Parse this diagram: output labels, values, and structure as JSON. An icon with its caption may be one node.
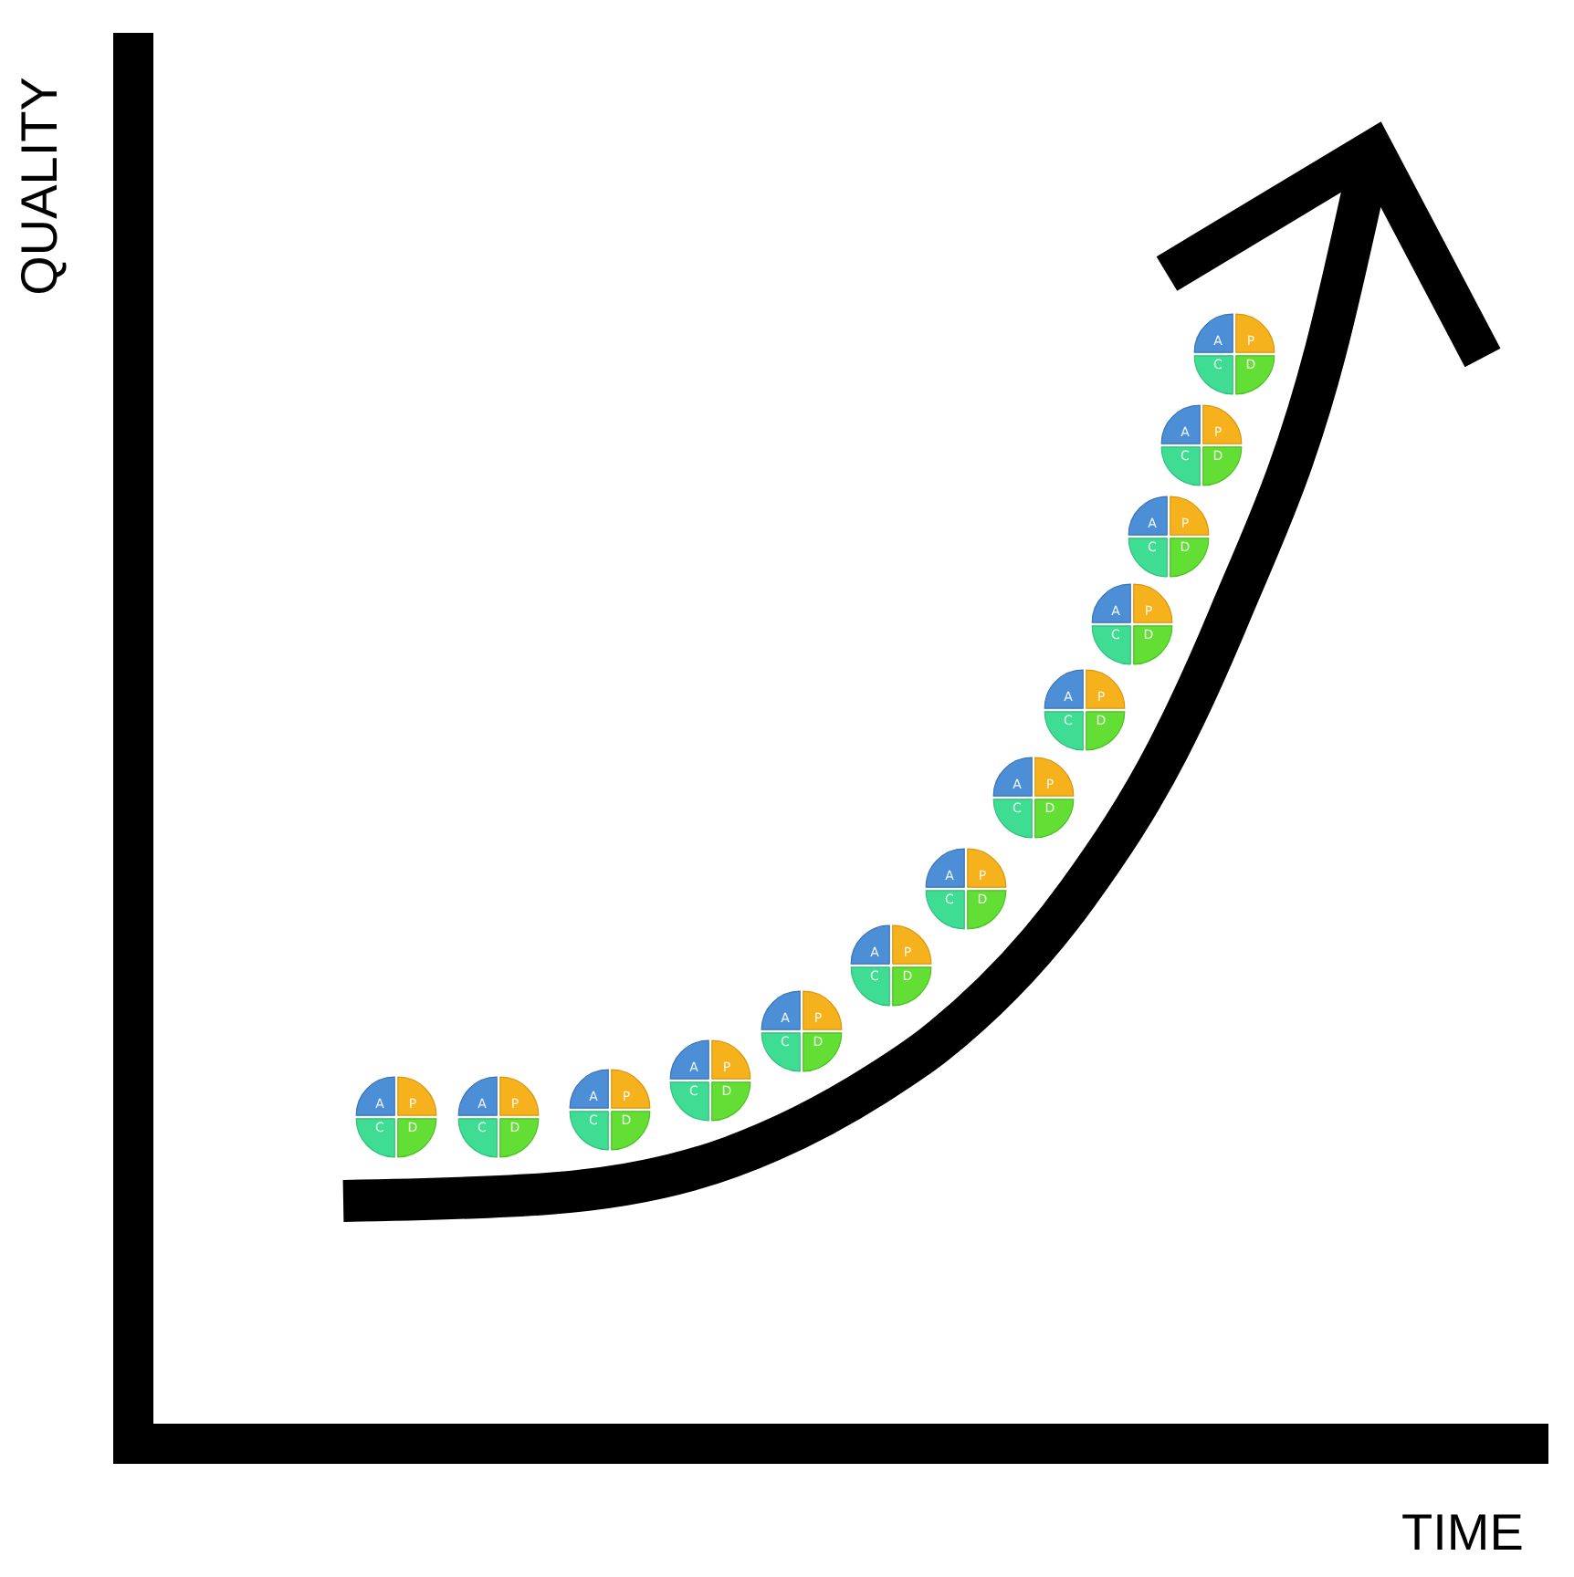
{
  "diagram": {
    "nodes": [
      {
        "text": [
          "A",
          "P",
          "C",
          "D"
        ]
      },
      {
        "text": [
          "A",
          "P",
          "C",
          "D"
        ]
      },
      {
        "text": [
          "A",
          "P",
          "C",
          "D"
        ]
      },
      {
        "text": [
          "A",
          "P",
          "C",
          "D"
        ]
      },
      {
        "text": [
          "A",
          "P",
          "C",
          "D"
        ]
      },
      {
        "text": [
          "A",
          "P",
          "C",
          "D"
        ]
      },
      {
        "text": [
          "A",
          "P",
          "C",
          "D"
        ]
      },
      {
        "text": [
          "A",
          "P",
          "C",
          "D"
        ]
      },
      {
        "text": [
          "A",
          "P",
          "C",
          "D"
        ]
      },
      {
        "text": [
          "A",
          "P",
          "C",
          "D"
        ]
      },
      {
        "text": [
          "A",
          "P",
          "C",
          "D"
        ]
      },
      {
        "text": [
          "A",
          "P",
          "C",
          "D"
        ]
      },
      {
        "text": [
          "A",
          "P",
          "C",
          "D"
        ]
      }
    ],
    "labels": [
      "QUALITY",
      "TIME"
    ]
  }
}
